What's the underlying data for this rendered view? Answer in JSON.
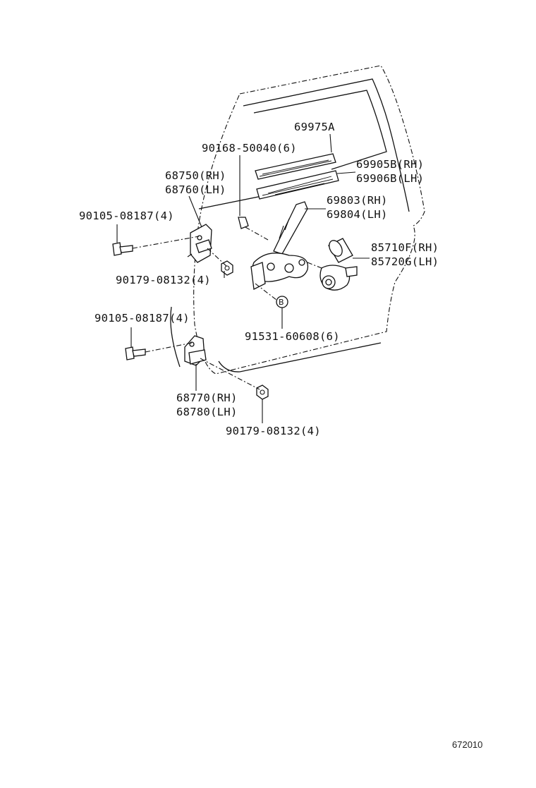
{
  "figure_id": "672010",
  "marker_b": "B",
  "parts": {
    "run_channel": "69975A",
    "screw_glass": "90168-50040(6)",
    "hinge_upper_rh": "68750(RH)",
    "hinge_upper_lh": "68760(LH)",
    "bolt_upper": "90105-08187(4)",
    "nut_upper": "90179-08132(4)",
    "bolt_lower": "90105-08187(4)",
    "hinge_lower_rh": "68770(RH)",
    "hinge_lower_lh": "68780(LH)",
    "nut_lower": "90179-08132(4)",
    "channel_rh": "69905B(RH)",
    "channel_lh": "69906B(LH)",
    "regulator_rh": "69803(RH)",
    "regulator_lh": "69804(LH)",
    "motor_rh": "85710F(RH)",
    "motor_lh": "85720G(LH)",
    "rivet": "91531-60608(6)"
  }
}
